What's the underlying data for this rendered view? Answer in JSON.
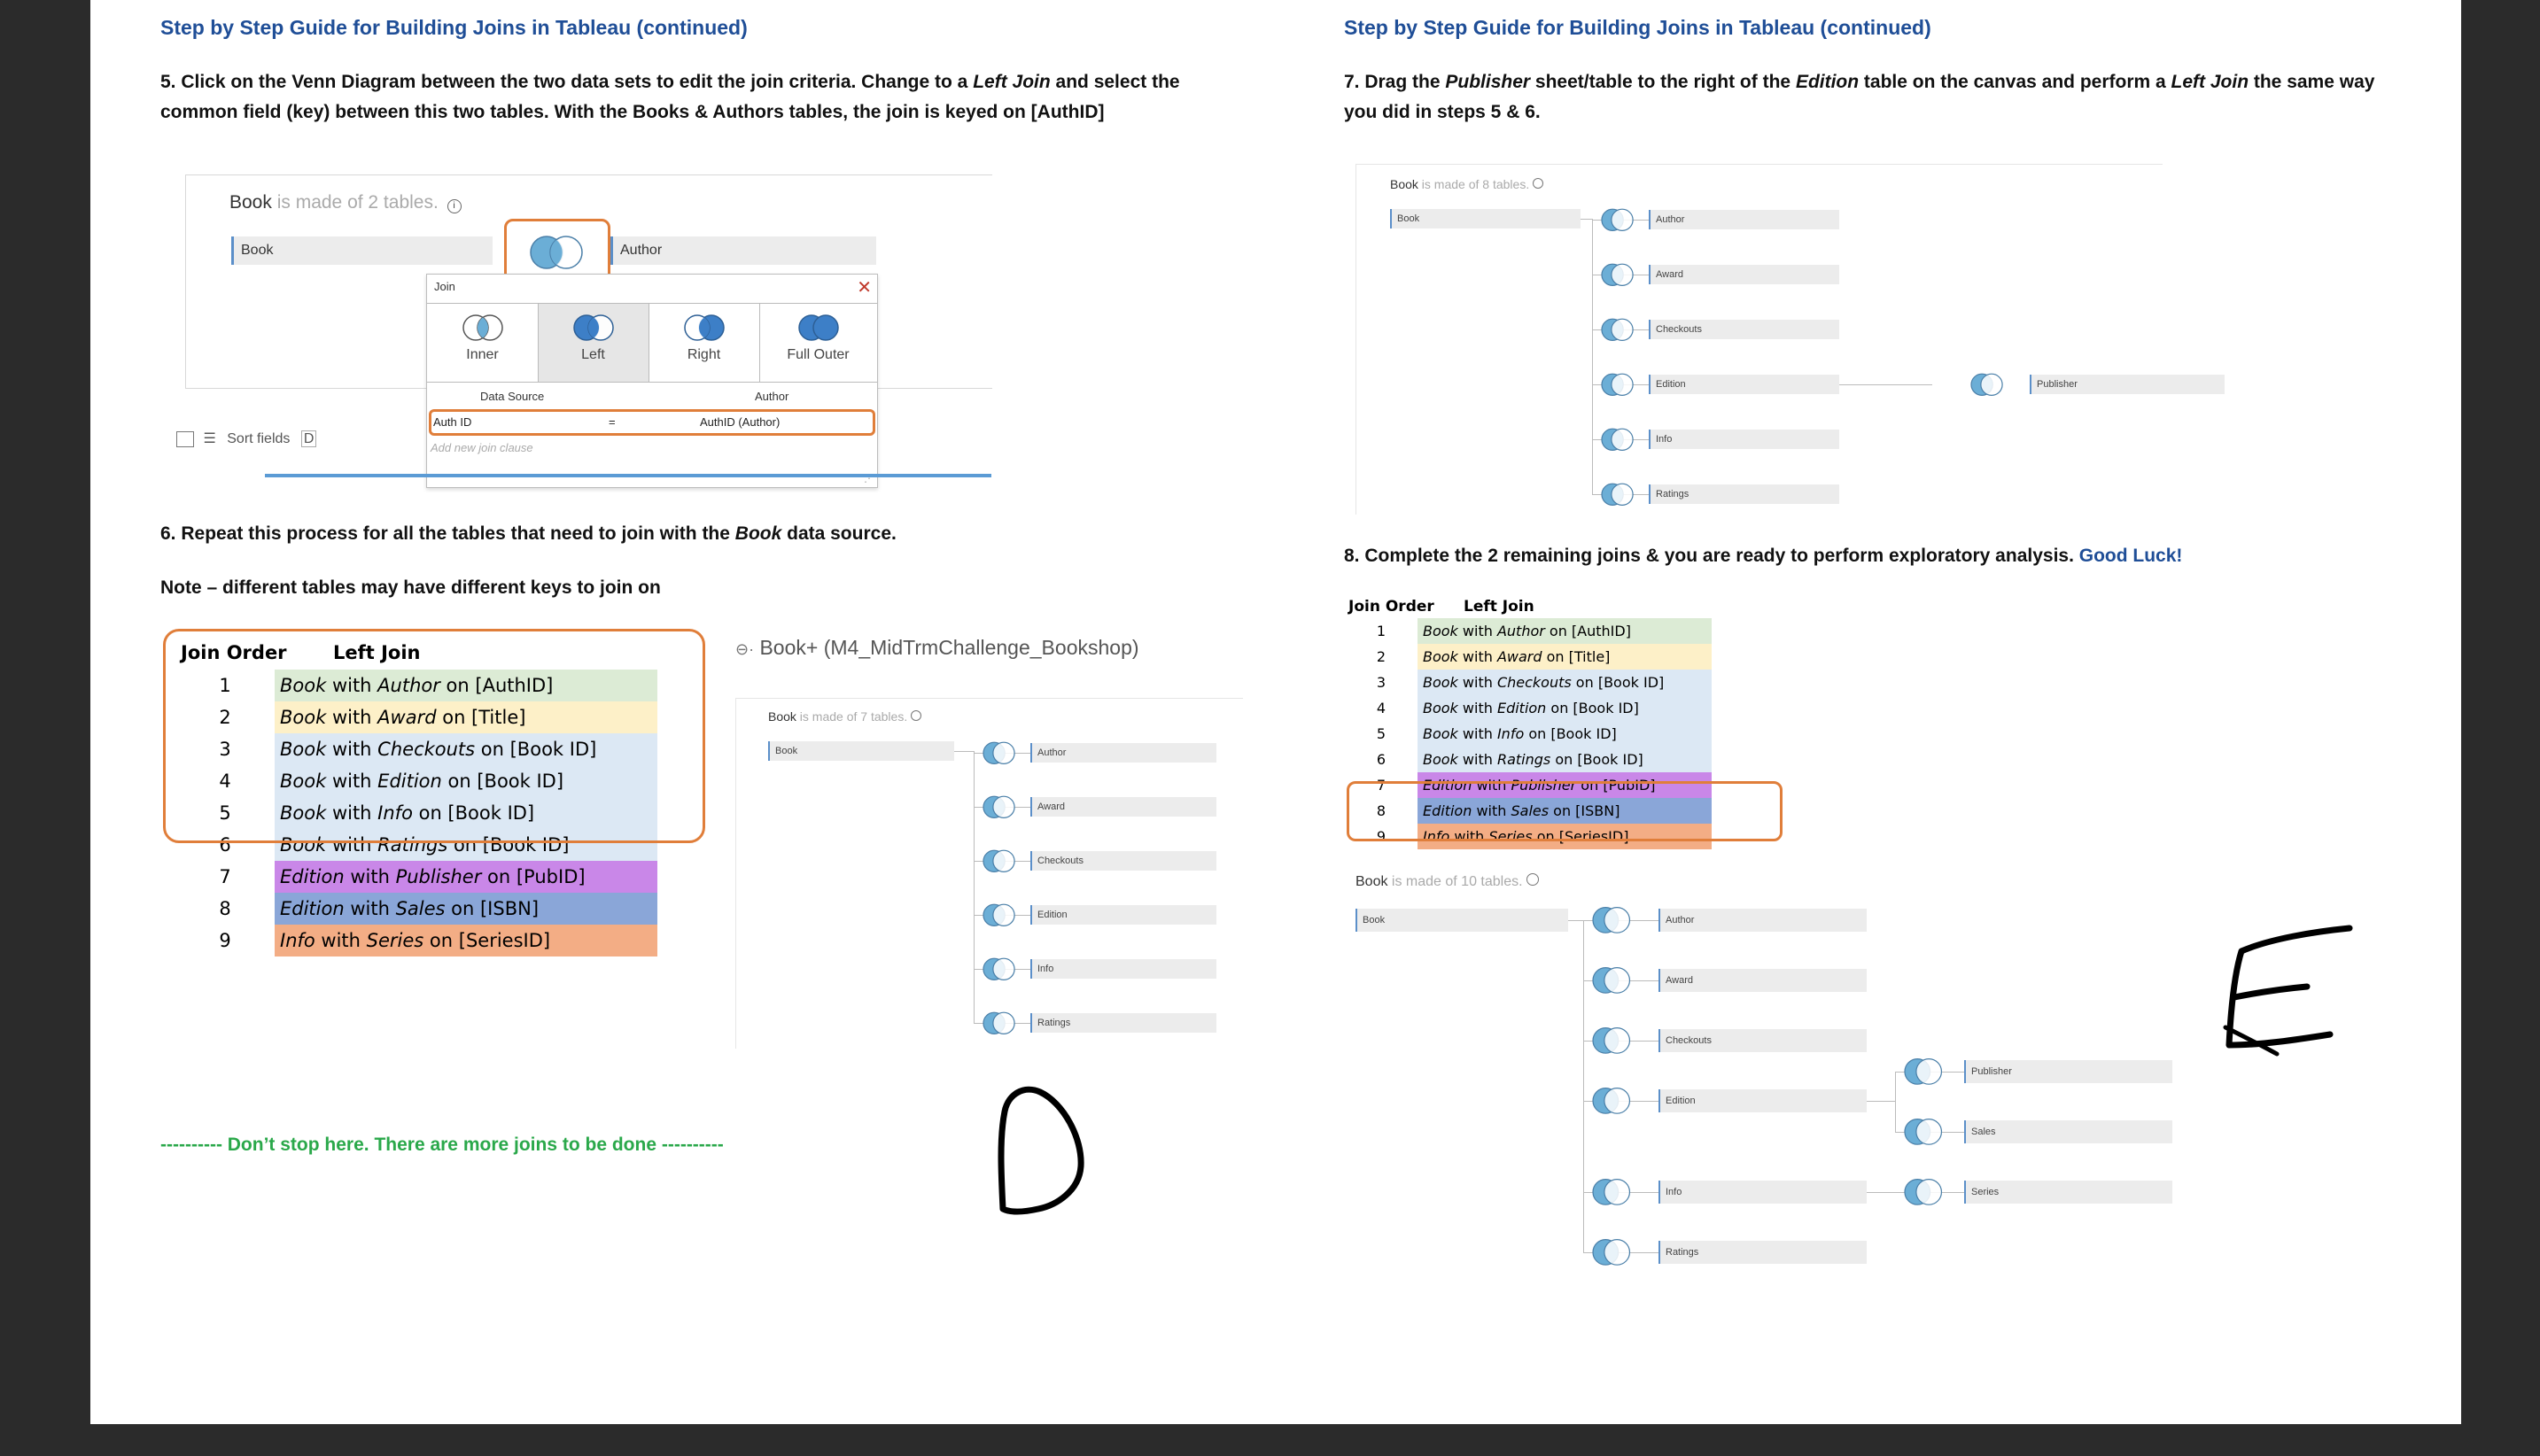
{
  "left": {
    "title": "Step by Step Guide for Building Joins in Tableau (continued)",
    "step5": {
      "line1_a": "5. Click on the Venn Diagram between the two data sets to edit the join criteria.  Change to a ",
      "line1_b": "Left Join",
      "line1_c": " and select the",
      "line2": "common field (key) between this two tables.  With the Books & Authors tables, the join is keyed on [AuthID]"
    },
    "join_dialog": {
      "made_of_name": "Book",
      "made_of_rest": " is made of 2 tables.",
      "left_table": "Book",
      "right_table": "Author",
      "dialog_title": "Join",
      "join_types": [
        "Inner",
        "Left",
        "Right",
        "Full Outer"
      ],
      "col_left": "Data Source",
      "col_right": "Author",
      "row_left": "Auth ID",
      "row_op": "=",
      "row_right": "AuthID (Author)",
      "add_clause": "Add new join clause",
      "sort_fields": "Sort fields",
      "sort_trunc": "D"
    },
    "step6": {
      "a": "6. Repeat this process for all the tables that need to join with the ",
      "b": "Book",
      "c": " data source."
    },
    "note": "Note – different tables may have different keys to join on",
    "join_table": {
      "header_order": "Join Order",
      "header_join": "Left Join",
      "rows": [
        {
          "n": "1",
          "t1": "Book",
          "t2": "Author",
          "key": "on [AuthID]"
        },
        {
          "n": "2",
          "t1": "Book",
          "t2": "Award",
          "key": "on [Title]"
        },
        {
          "n": "3",
          "t1": "Book",
          "t2": "Checkouts",
          "key": "on [Book ID]"
        },
        {
          "n": "4",
          "t1": "Book",
          "t2": "Edition",
          "key": "on [Book ID]"
        },
        {
          "n": "5",
          "t1": "Book",
          "t2": "Info",
          "key": "on [Book ID]"
        },
        {
          "n": "6",
          "t1": "Book",
          "t2": "Ratings",
          "key": "on [Book ID]"
        },
        {
          "n": "7",
          "t1": "Edition",
          "t2": "Publisher",
          "key": "on [PubID]"
        },
        {
          "n": "8",
          "t1": "Edition",
          "t2": "Sales",
          "key": "on [ISBN]"
        },
        {
          "n": "9",
          "t1": "Info",
          "t2": "Series",
          "key": "on [SeriesID]"
        }
      ],
      "with_word": "with"
    },
    "datasource_label": "Book+ (M4_MidTrmChallenge_Bookshop)",
    "canvas7": {
      "made_of_name": "Book",
      "made_of_rest": " is made of 7 tables.",
      "root": "Book",
      "tables": [
        "Author",
        "Award",
        "Checkouts",
        "Edition",
        "Info",
        "Ratings"
      ]
    },
    "dont_stop": "----------  Don’t stop here.  There are more joins to be done  ----------"
  },
  "right": {
    "title": "Step by Step Guide for Building Joins in Tableau (continued)",
    "step7": {
      "a": "7. Drag the ",
      "b": "Publisher",
      "c": " sheet/table to the right of the ",
      "d": "Edition",
      "e": " table on the canvas and perform a ",
      "f": "Left Join",
      "g": " the same way",
      "line2": "you did in steps 5 & 6."
    },
    "canvas8": {
      "made_of_name": "Book",
      "made_of_rest": " is made of 8 tables.",
      "root": "Book",
      "tables": [
        "Author",
        "Award",
        "Checkouts",
        "Edition",
        "Info",
        "Ratings"
      ],
      "child": "Publisher"
    },
    "step8": {
      "a": "8. Complete the 2 remaining joins & you are ready to perform exploratory analysis.  ",
      "b": "Good Luck!"
    },
    "canvas10": {
      "made_of_name": "Book",
      "made_of_rest": " is made of 10 tables.",
      "root": "Book",
      "tables": [
        "Author",
        "Award",
        "Checkouts",
        "Edition",
        "Info",
        "Ratings"
      ],
      "children": [
        "Publisher",
        "Sales",
        "Series"
      ]
    }
  },
  "handwriting": {
    "d_letter": "D",
    "e_letter": "E"
  },
  "colors": {
    "title_blue": "#1f4e97",
    "green_note": "#2aa84a",
    "highlight_orange": "#e07e3a",
    "venn_blue": "#6baed6"
  }
}
